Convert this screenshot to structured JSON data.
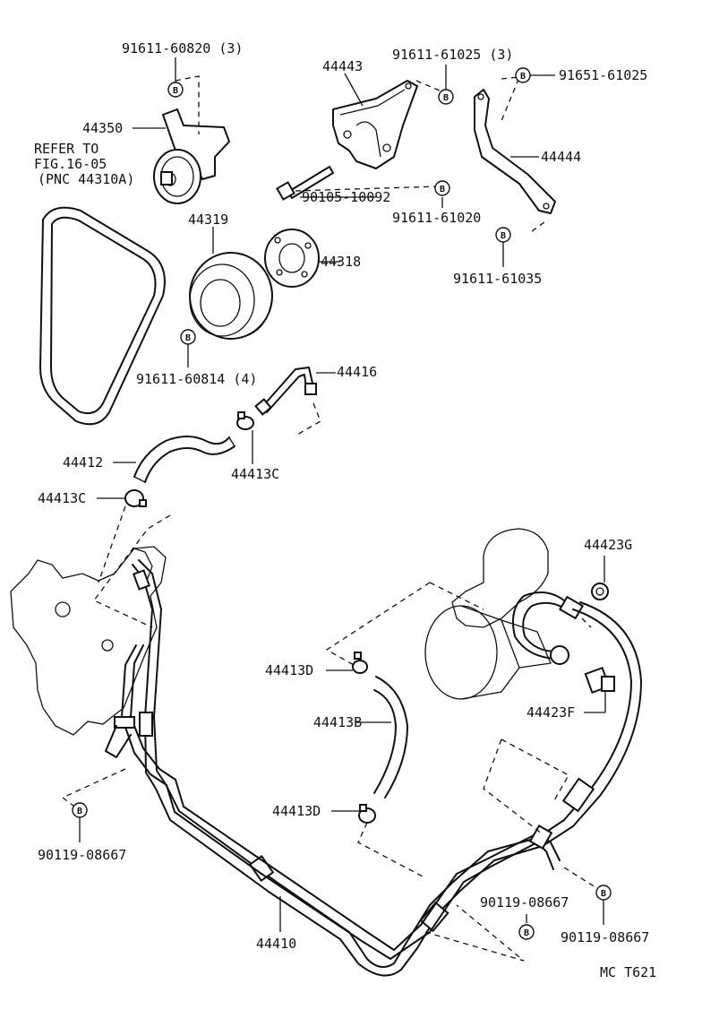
{
  "diagram": {
    "bolt_symbol": "B",
    "refer_note": [
      "REFER TO",
      "FIG.16-05",
      "(PNC 44310A)"
    ],
    "drawing_code": "MC T621",
    "labels": {
      "p91611_60820": "91611-60820 (3)",
      "p44350": "44350",
      "p44443": "44443",
      "p91611_61025": "91611-61025 (3)",
      "p91651_61025": "91651-61025",
      "p44444": "44444",
      "p90105_10092": "90105-10092",
      "p91611_61020": "91611-61020",
      "p44319": "44319",
      "p44318": "44318",
      "p91611_61035": "91611-61035",
      "p91611_60814": "91611-60814 (4)",
      "p44416": "44416",
      "p44412": "44412",
      "p44413C_a": "44413C",
      "p44413C_b": "44413C",
      "p44423G": "44423G",
      "p44413D_a": "44413D",
      "p44413B": "44413B",
      "p44423F": "44423F",
      "p44413D_b": "44413D",
      "p90119_08667_a": "90119-08667",
      "p90119_08667_b": "90119-08667",
      "p90119_08667_c": "90119-08667",
      "p44410": "44410"
    }
  }
}
